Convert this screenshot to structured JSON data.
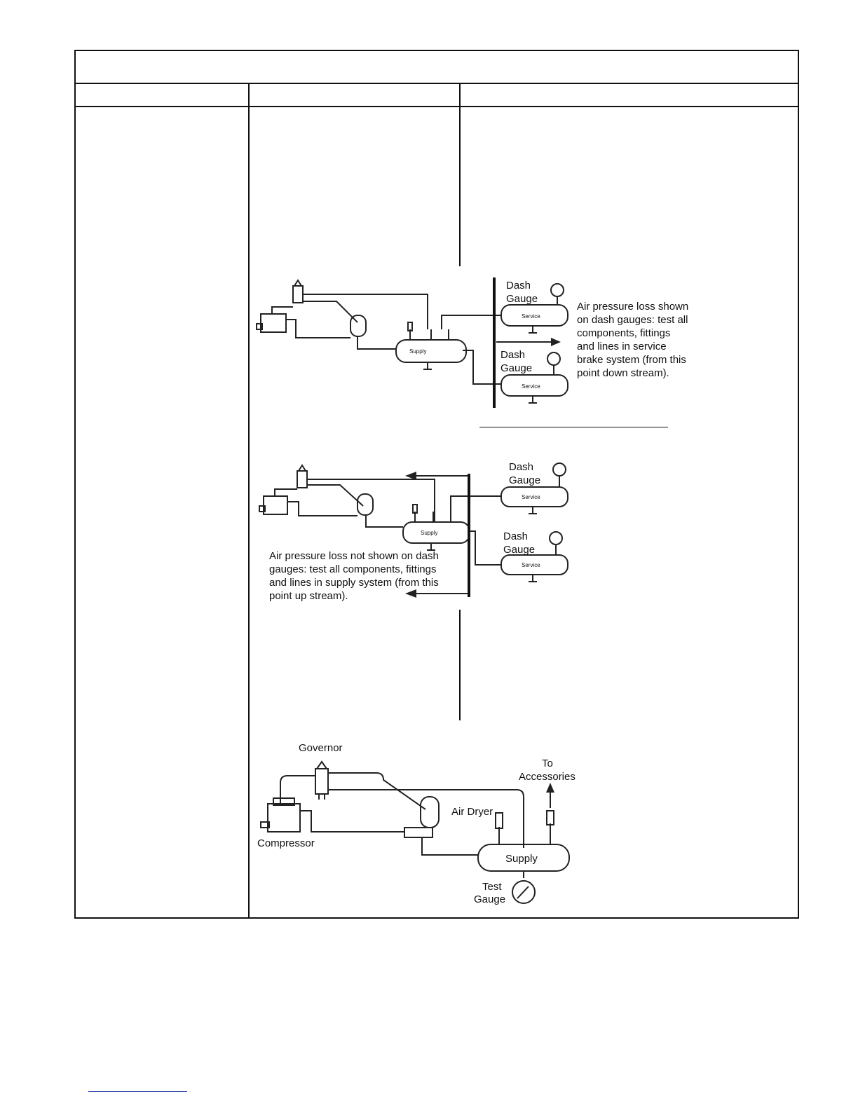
{
  "diagram1": {
    "dash_gauge_1": [
      "Dash",
      "Gauge"
    ],
    "dash_gauge_2": [
      "Dash",
      "Gauge"
    ],
    "tank_supply": "Supply",
    "tank_service_1": "Service",
    "tank_service_2": "Service",
    "note": [
      "Air pressure loss shown",
      "on dash gauges: test all",
      "components, fittings",
      "and lines in service",
      "brake system (from this",
      "point down stream)."
    ]
  },
  "diagram2": {
    "dash_gauge_1": [
      "Dash",
      "Gauge"
    ],
    "dash_gauge_2": [
      "Dash",
      "Gauge"
    ],
    "tank_supply": "Supply",
    "tank_service_1": "Service",
    "tank_service_2": "Service",
    "note": [
      "Air pressure loss not shown on dash",
      "gauges: test all components, fittings",
      "and lines in supply system (from this",
      "point up stream)."
    ]
  },
  "diagram3": {
    "governor": "Governor",
    "to_accessories": [
      "To",
      "Accessories"
    ],
    "air_dryer": "Air Dryer",
    "compressor": "Compressor",
    "tank_supply": "Supply",
    "test_gauge": [
      "Test",
      "Gauge"
    ]
  }
}
